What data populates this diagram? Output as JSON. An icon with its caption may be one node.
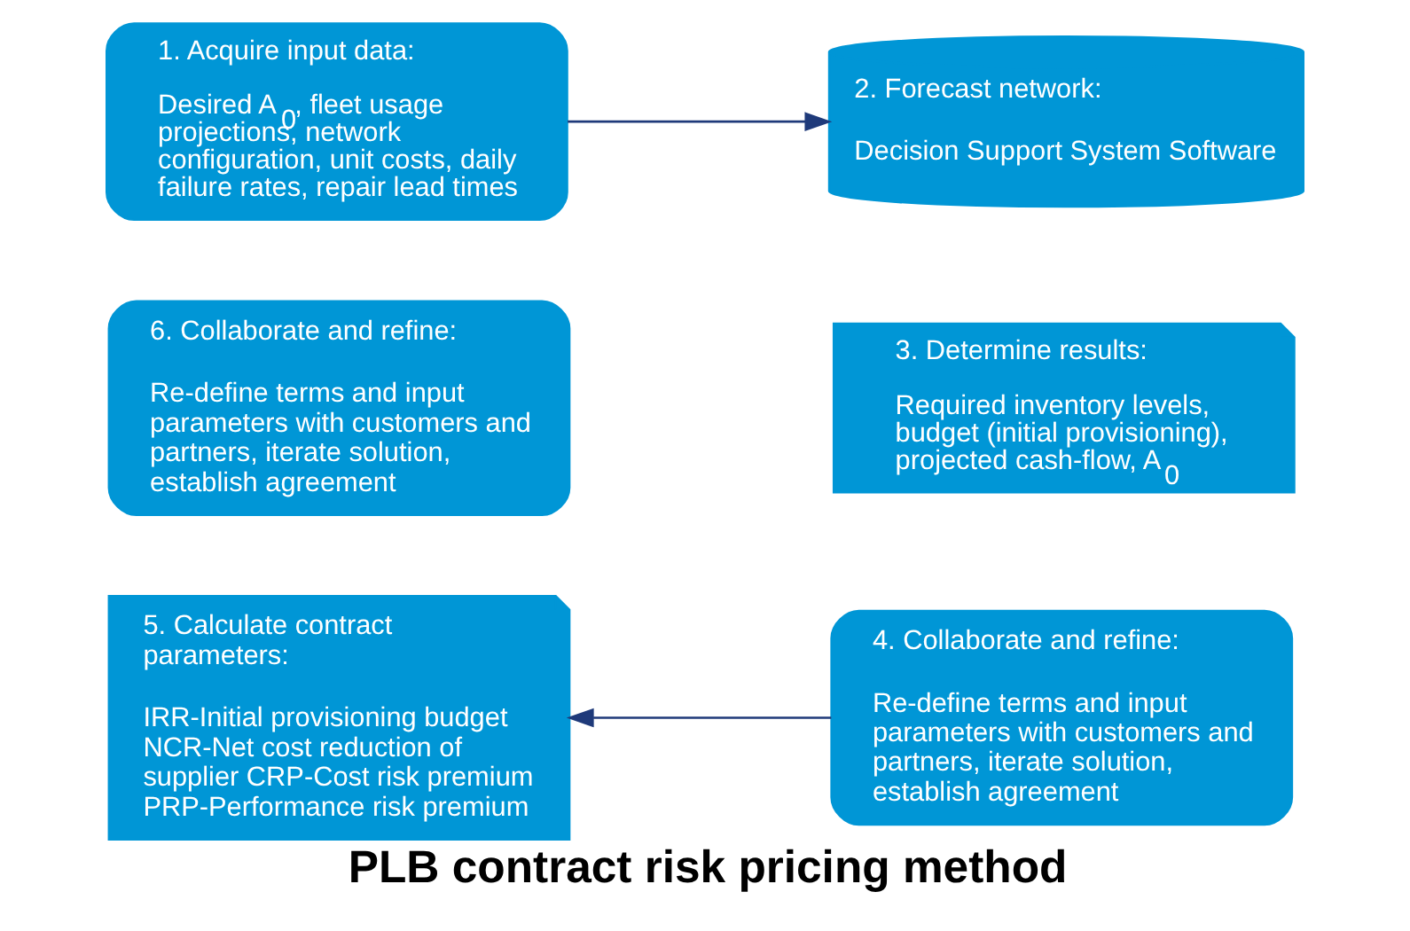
{
  "diagram": {
    "title": "PLB contract risk pricing method",
    "nodes": [
      {
        "text": [
          "1. Acquire input data:",
          "Desired A$_{0}$, fleet usage projections, network configuration, unit costs, daily failure rates, repair lead times"
        ]
      },
      {
        "text": [
          "2. Forecast network:",
          "Decision Support System Software"
        ]
      },
      {
        "text": [
          "3. Determine results:",
          "Required inventory levels, budget (initial provisioning), projected cash-flow, A$_{0}$"
        ]
      },
      {
        "text": [
          "4. Collaborate and refine:",
          "Re-define terms and input parameters with customers and partners, iterate solution, establish agreement"
        ]
      },
      {
        "text": [
          "5. Calculate contract parameters:",
          "IRR-Initial provisioning budget NCR-Net cost reduction of supplier CRP-Cost risk premium PRP-Performance risk premium"
        ]
      },
      {
        "text": [
          "6. Collaborate and refine:",
          "Re-define terms and input parameters with customers and partners, iterate solution, establish agreement"
        ]
      }
    ],
    "edges": [
      {
        "from": 0,
        "to": 1,
        "arrow": "to"
      },
      {
        "from": 3,
        "to": 4,
        "arrow": "to"
      }
    ]
  }
}
